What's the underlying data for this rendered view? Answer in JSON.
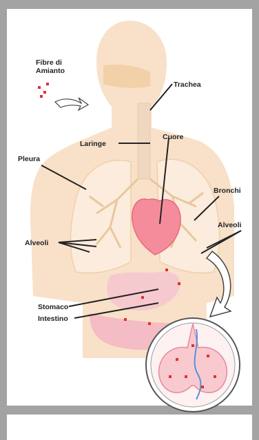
{
  "labels": {
    "fibre": [
      "Fibre di",
      "Amianto"
    ],
    "trachea": "Trachea",
    "laringe": "Laringe",
    "cuore": "Cuore",
    "pleura": "Pleura",
    "bronchi": "Bronchi",
    "alveoli_left": "Alveoli",
    "alveoli_right": "Alveoli",
    "stomaco": "Stomaco",
    "intestino": "Intestino"
  },
  "colors": {
    "frame": "#a3a3a3",
    "skin": "#f8e1c8",
    "lungs": "#fbecdd",
    "heart": "#f58c9c",
    "organs": "#f6c9cf",
    "fibers": "#e03030"
  }
}
